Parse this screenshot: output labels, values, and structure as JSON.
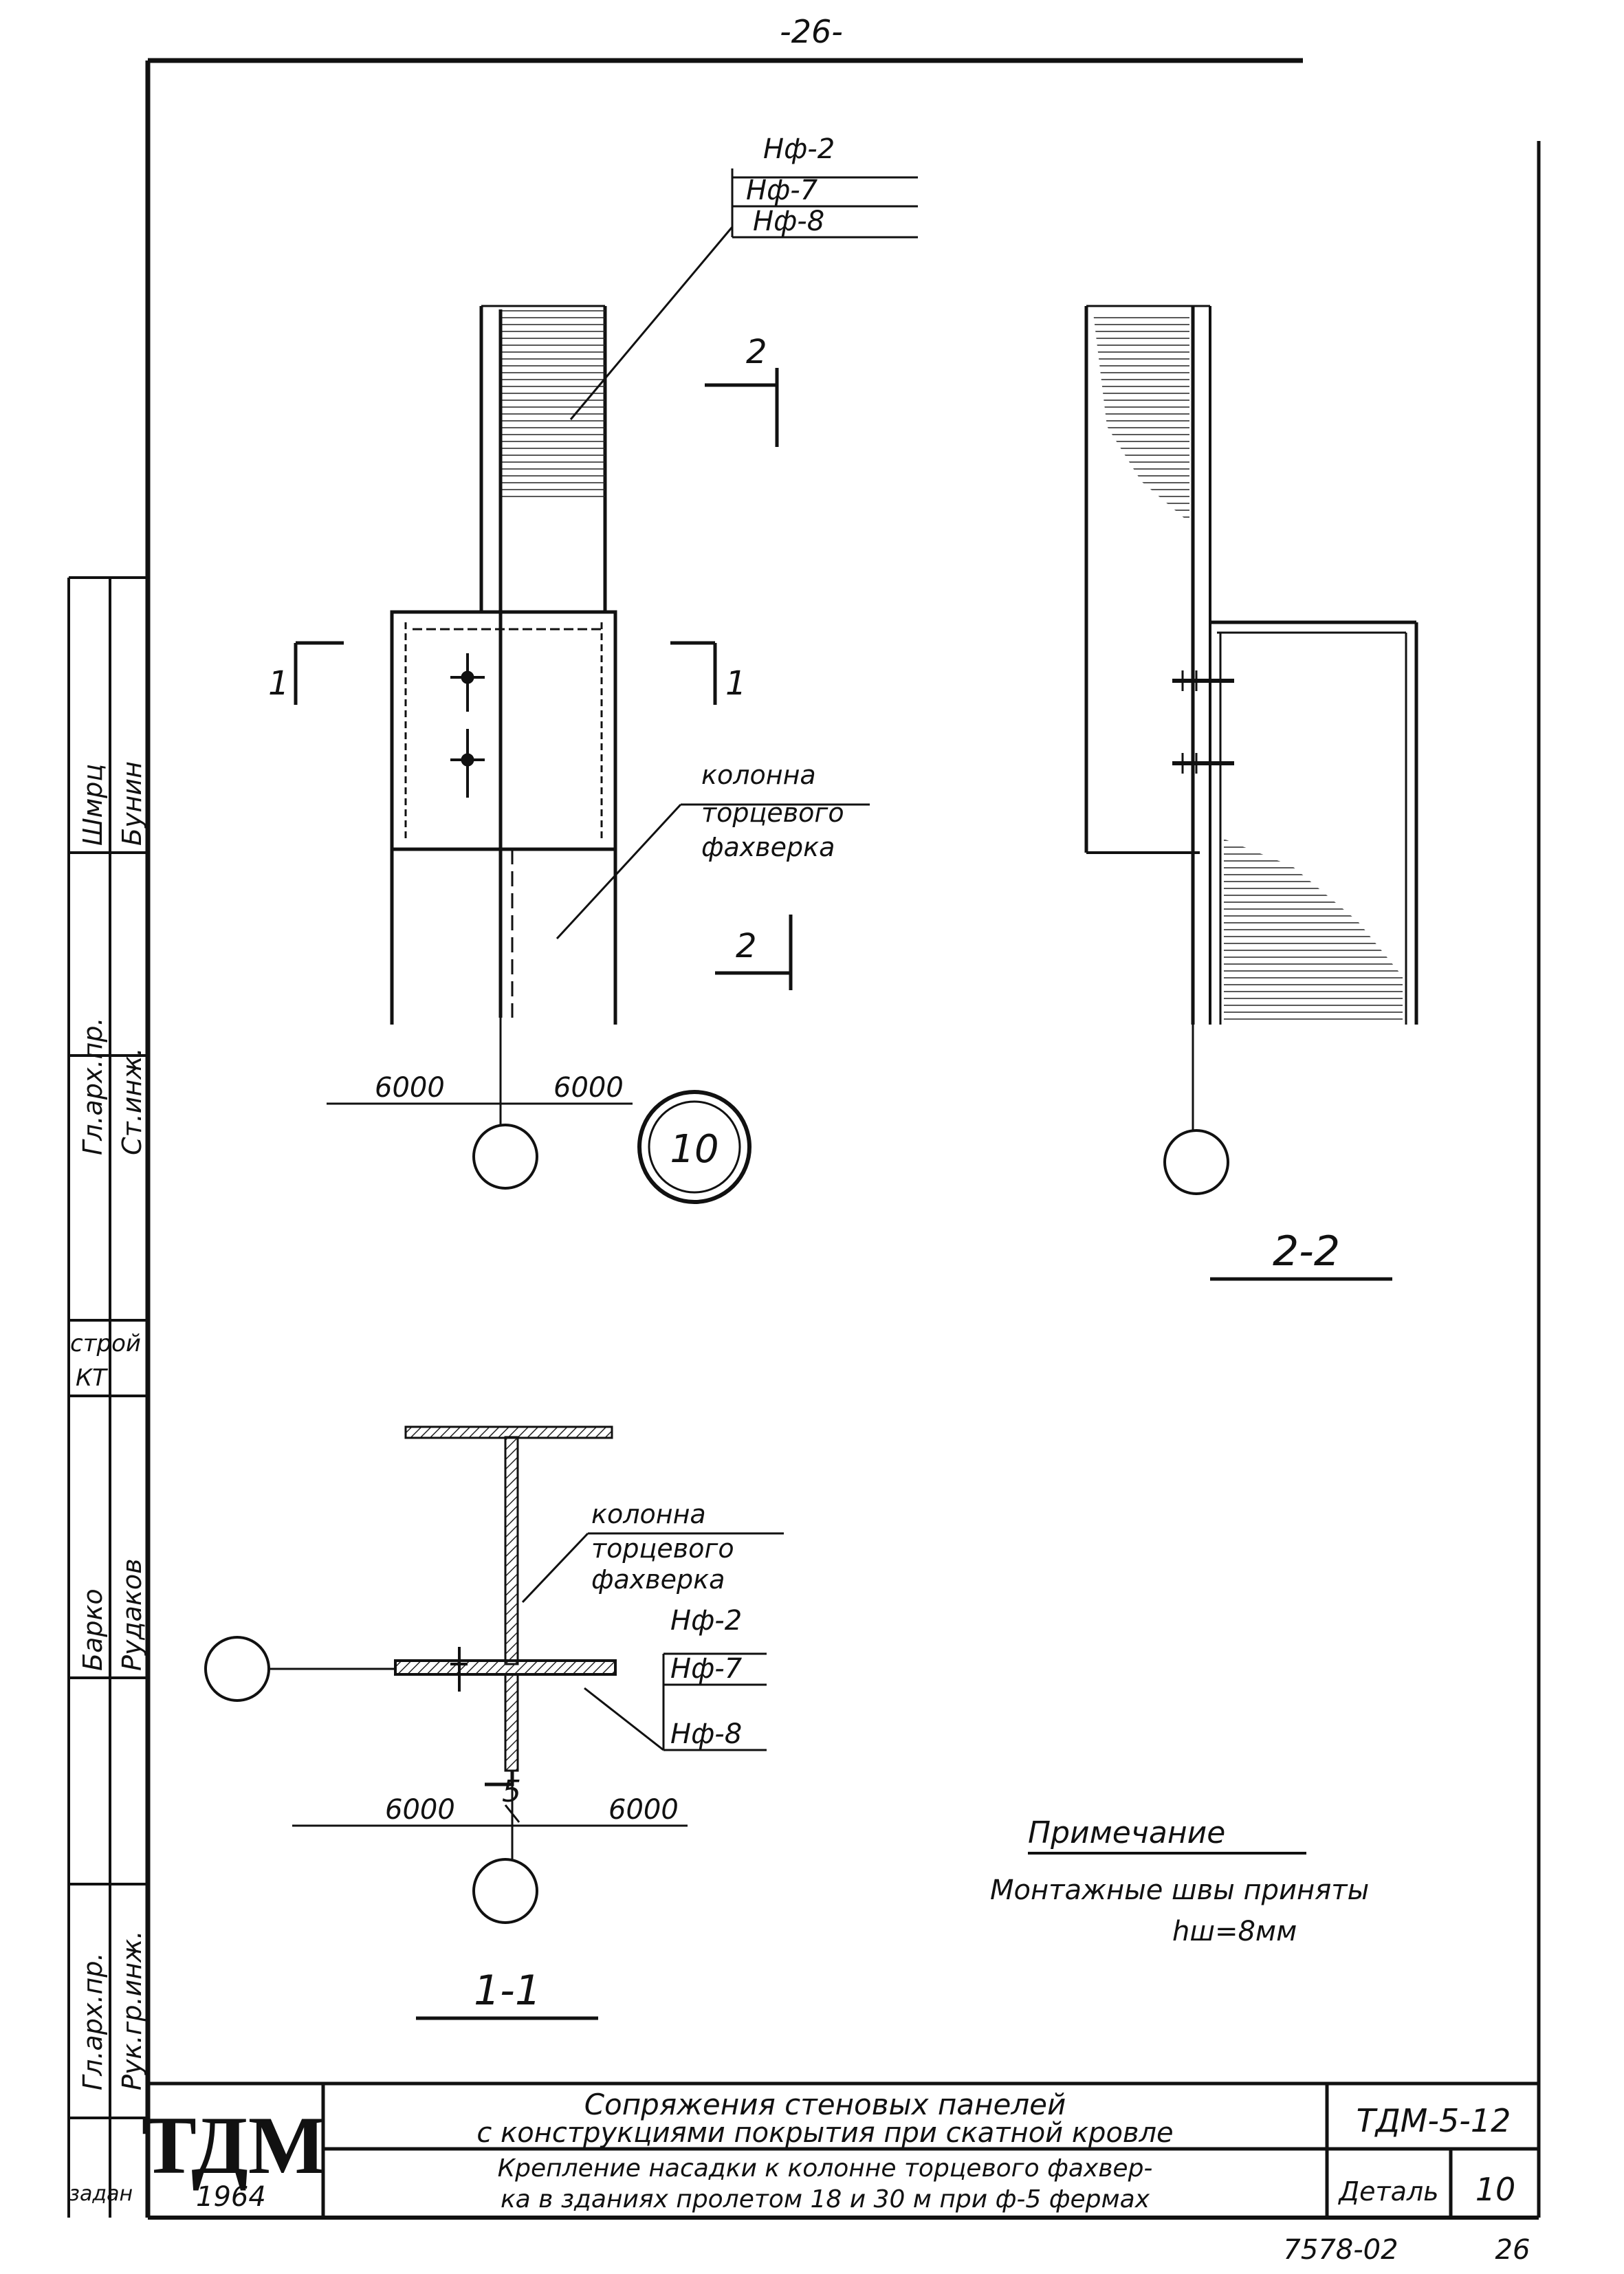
{
  "page_number": "-26-",
  "footer": {
    "code": "7578-02",
    "page": "26"
  },
  "elevation_view": {
    "callout": [
      "Нф-2",
      "Нф-7",
      "Нф-8"
    ],
    "section_mark_top": "2",
    "section_mark_bottom": "2",
    "section_mark_left": "1",
    "section_mark_right": "1",
    "column_label": [
      "колонна",
      "торцевого",
      "фахверка"
    ],
    "dim_left": "6000",
    "dim_right": "6000",
    "detail_number": "10"
  },
  "section_2_2": {
    "title": "2-2"
  },
  "section_1_1": {
    "title": "1-1",
    "column_label": [
      "колонна",
      "торцевого",
      "фахверка"
    ],
    "callout": [
      "Нф-2",
      "Нф-7",
      "Нф-8"
    ],
    "weld_mark": "5",
    "dim_left": "6000",
    "dim_right": "6000"
  },
  "note": {
    "heading": "Примечание",
    "line1": "Монтажные швы приняты",
    "line2": "hш=8мм"
  },
  "side_stamp": {
    "roles": [
      "Гл.арх.пр.",
      "Ст.инж.",
      "Гл.арх.пр.",
      "Рук.гр.инж."
    ],
    "names": [
      "Шмрц",
      "Бунин",
      "Баркo",
      "Рудаков"
    ],
    "fragments": [
      "строй",
      "КТ",
      "задан"
    ]
  },
  "title_block": {
    "logo": "ТДМ",
    "year": "1964",
    "title_line1": "Сопряжения стеновых панелей",
    "title_line2": "с конструкциями покрытия при скатной кровле",
    "subtitle_line1": "Крепление насадки к колонне торцевого фахвер-",
    "subtitle_line2": "ка в зданиях пролетом 18 и 30 м при ф-5 фермах",
    "series": "ТДМ-5-12",
    "sheet_label": "Деталь",
    "sheet_number": "10"
  }
}
